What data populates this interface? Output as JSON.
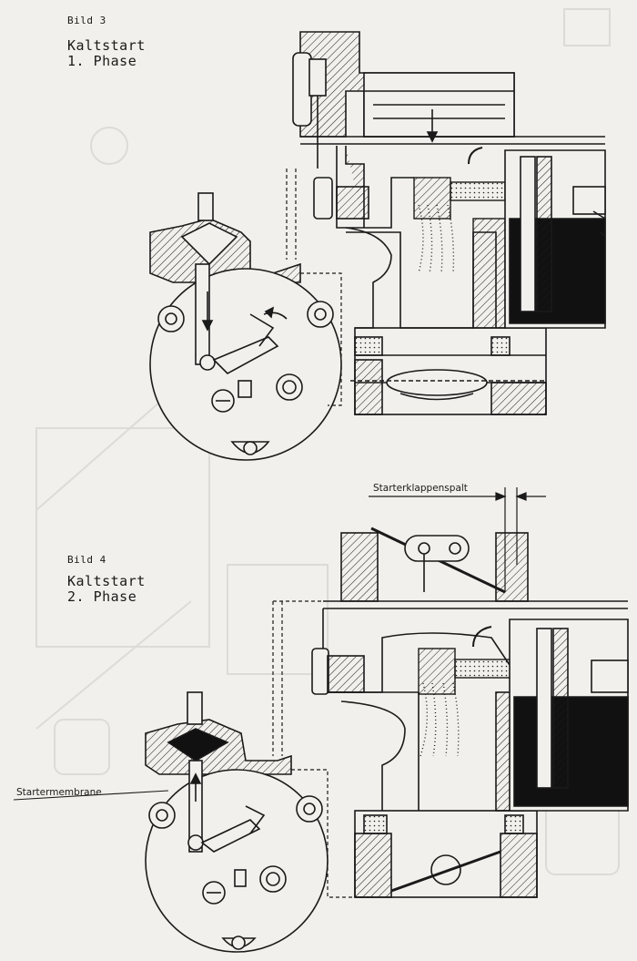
{
  "figure3": {
    "label": "Bild 3",
    "title_line1": "Kaltstart",
    "title_line2": "1. Phase"
  },
  "figure4": {
    "label": "Bild 4",
    "title_line1": "Kaltstart",
    "title_line2": "2. Phase",
    "callouts": {
      "gap": "Starterklappenspalt",
      "membrane": "Startermembrane"
    }
  },
  "colors": {
    "ink": "#1a1a1a",
    "paper": "#f1f0ec",
    "fuel": "#111111",
    "ghost": "#dcdcd7"
  }
}
